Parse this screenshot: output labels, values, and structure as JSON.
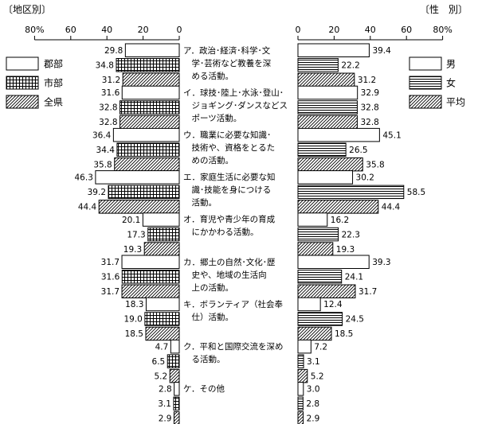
{
  "header_left": "〔地区別〕",
  "header_right": "〔性　別〕",
  "colors": {
    "bar_stroke": "#000000",
    "background": "#ffffff"
  },
  "chart_data": {
    "type": "bar",
    "orientation": "horizontal",
    "xlim_left": [
      80,
      0
    ],
    "xlim_right": [
      0,
      80
    ],
    "tick_labels_left": [
      "80%",
      "60",
      "40",
      "20",
      "0"
    ],
    "tick_labels_right": [
      "0",
      "20",
      "40",
      "60",
      "80%"
    ],
    "legend_left": [
      {
        "name": "郡部",
        "pattern": "blank"
      },
      {
        "name": "市部",
        "pattern": "grid"
      },
      {
        "name": "全県",
        "pattern": "diagonal"
      }
    ],
    "legend_right": [
      {
        "name": "男",
        "pattern": "blank"
      },
      {
        "name": "女",
        "pattern": "horizontal"
      },
      {
        "name": "平均",
        "pattern": "diagonal"
      }
    ],
    "categories": [
      {
        "lines": [
          "ア．政治･経済･科学･文",
          "　学･芸術など教養を深",
          "　める活動。"
        ],
        "left": [
          29.8,
          34.8,
          31.2
        ],
        "right": [
          39.4,
          22.2,
          31.2
        ]
      },
      {
        "lines": [
          "イ．球技･陸上･水泳･登山･",
          "　ジョギング･ダンスなどス",
          "　ポーツ活動。"
        ],
        "left": [
          31.6,
          32.8,
          32.8
        ],
        "right": [
          32.9,
          32.8,
          32.8
        ]
      },
      {
        "lines": [
          "ウ．職業に必要な知識･",
          "　技術や、資格をとるた",
          "　めの活動。"
        ],
        "left": [
          36.4,
          34.4,
          35.8
        ],
        "right": [
          45.1,
          26.5,
          35.8
        ]
      },
      {
        "lines": [
          "エ．家庭生活に必要な知",
          "　識･技能を身につける",
          "　活動。"
        ],
        "left": [
          46.3,
          39.2,
          44.4
        ],
        "right": [
          30.2,
          58.5,
          44.4
        ]
      },
      {
        "lines": [
          "オ．育児や青少年の育成",
          "　にかかわる活動。"
        ],
        "left": [
          20.1,
          17.3,
          19.3
        ],
        "right": [
          16.2,
          22.3,
          19.3
        ]
      },
      {
        "lines": [
          "カ．郷土の自然･文化･歴",
          "　史や、地域の生活向",
          "　上の活動。"
        ],
        "left": [
          31.7,
          31.6,
          31.7
        ],
        "right": [
          39.3,
          24.1,
          31.7
        ]
      },
      {
        "lines": [
          "キ．ボランティア（社会奉",
          "　仕）活動。"
        ],
        "left": [
          18.3,
          19.0,
          18.5
        ],
        "right": [
          12.4,
          24.5,
          18.5
        ]
      },
      {
        "lines": [
          "ク．平和と国際交流を深め",
          "　る活動。"
        ],
        "left": [
          4.7,
          6.5,
          5.2
        ],
        "right": [
          7.2,
          3.1,
          5.2
        ]
      },
      {
        "lines": [
          "ケ．その他"
        ],
        "left": [
          2.8,
          3.1,
          2.9
        ],
        "right": [
          3.0,
          2.8,
          2.9
        ]
      }
    ]
  }
}
